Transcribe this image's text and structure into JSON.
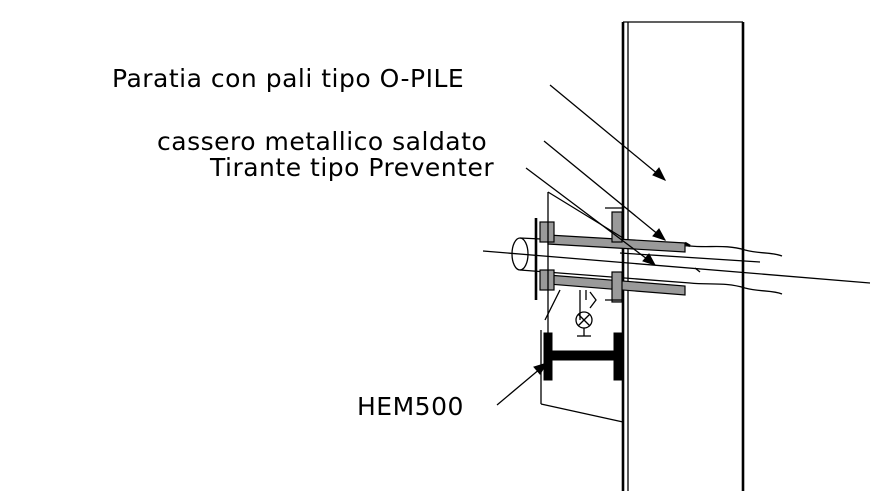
{
  "labels": {
    "wall": "Paratia con pali tipo O-PILE",
    "formwork": "cassero metallico saldato",
    "tieback": "Tirante tipo Preventer",
    "beam": "HEM500"
  }
}
